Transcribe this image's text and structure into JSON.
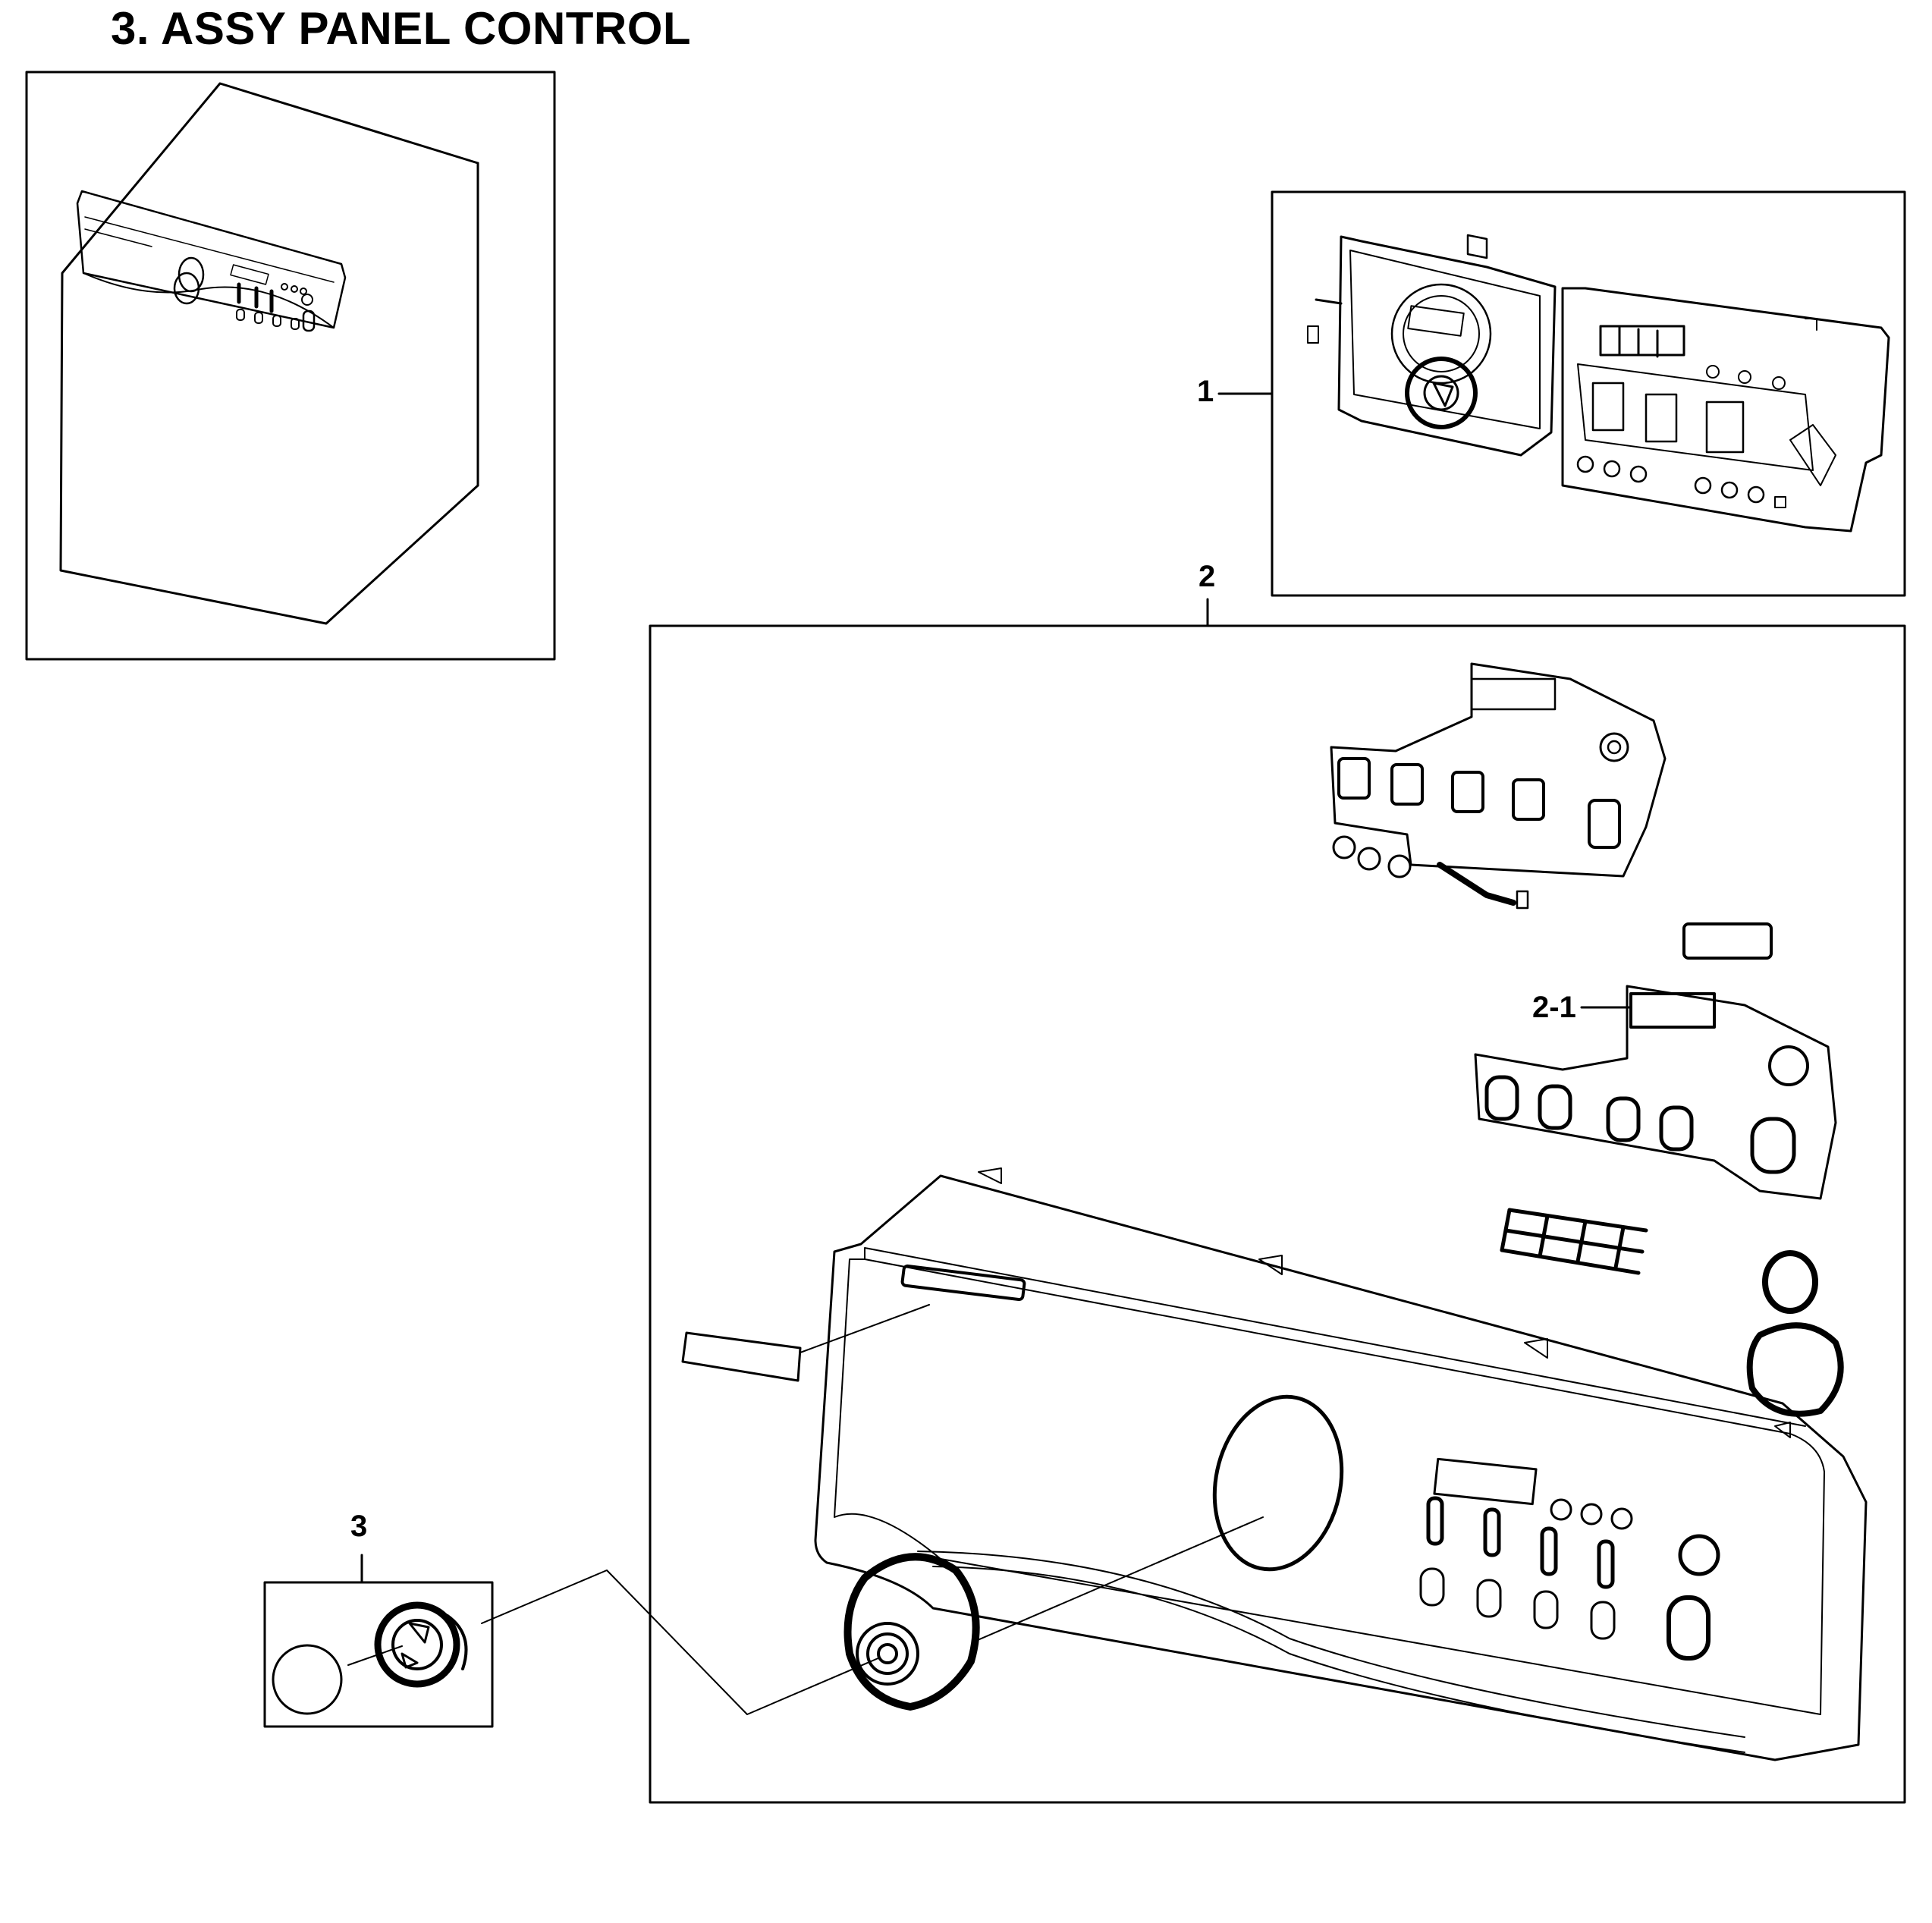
{
  "title": "3. ASSY PANEL CONTROL",
  "callouts": {
    "part1": "1",
    "part2": "2",
    "part2_1": "2-1",
    "part3": "3"
  },
  "colors": {
    "line": "#000000",
    "background": "#ffffff"
  }
}
